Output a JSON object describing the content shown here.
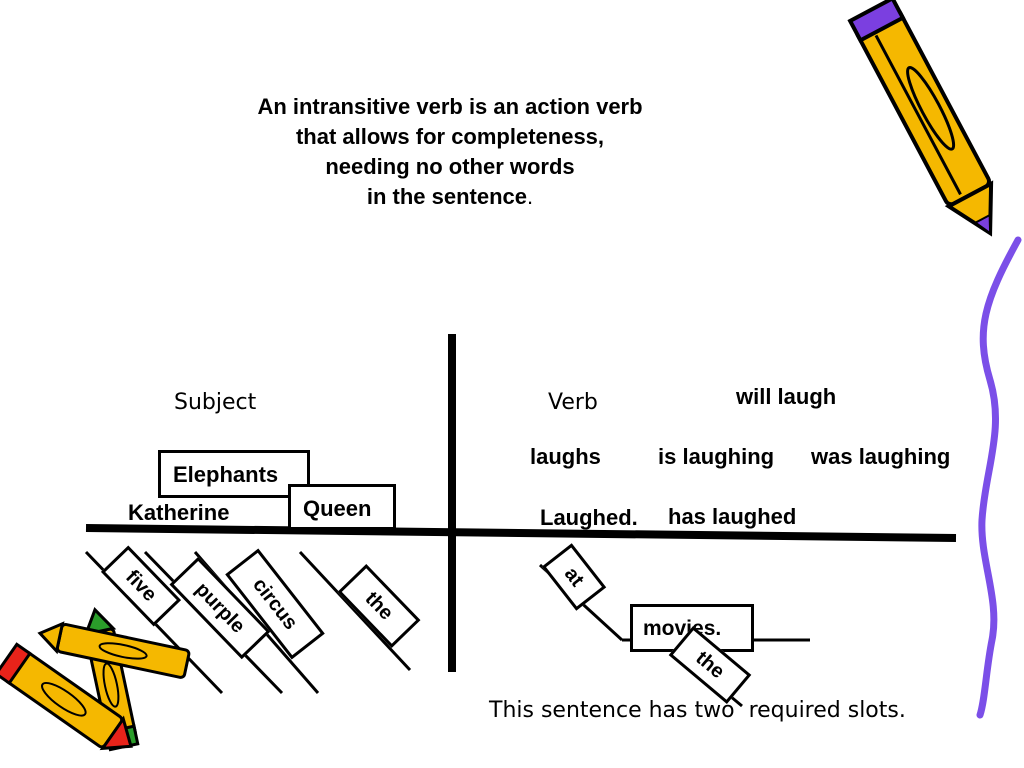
{
  "definition": {
    "line1": "An intransitive verb is an action verb",
    "line2": "that allows for completeness,",
    "line3": "needing no other words",
    "line4": "in the sentence",
    "line4_end": "."
  },
  "labels": {
    "subject": "Subject",
    "verb": "Verb"
  },
  "subject_words": {
    "elephants": "Elephants",
    "queen": "Queen",
    "katherine": "Katherine"
  },
  "verb_words": {
    "will_laugh": "will laugh",
    "laughs": "laughs",
    "is_laughing": "is laughing",
    "was_laughing": "was laughing",
    "laughed": "Laughed.",
    "has_laughed": "has laughed"
  },
  "modifiers": {
    "five": "five",
    "purple": "purple",
    "circus": "circus",
    "the_subject": "the",
    "at": "at",
    "movies": "movies.",
    "the_verb": "the"
  },
  "note": "This sentence has two  required slots.",
  "colors": {
    "pencil_body": "#f5b800",
    "pencil_trim": "#7b3fe0",
    "crayon_red": "#e8231a",
    "crayon_green": "#2a9d2a",
    "border_purple": "#7b4fe8"
  }
}
